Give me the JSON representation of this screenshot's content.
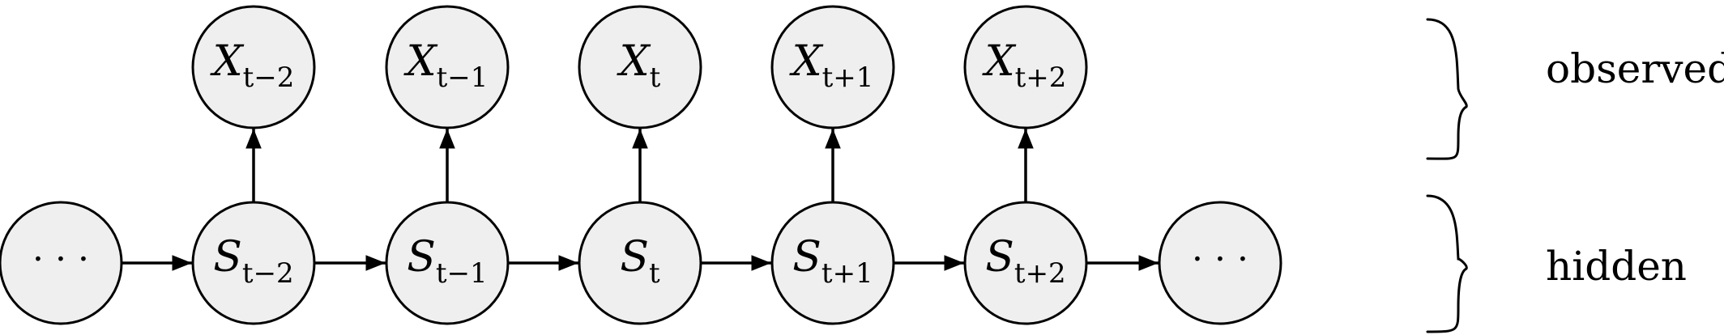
{
  "nodes": {
    "observed": [
      {
        "sym": "X",
        "sub": "t−2"
      },
      {
        "sym": "X",
        "sub": "t−1"
      },
      {
        "sym": "X",
        "sub": "t"
      },
      {
        "sym": "X",
        "sub": "t+1"
      },
      {
        "sym": "X",
        "sub": "t+2"
      }
    ],
    "hidden_start": "· · ·",
    "hidden": [
      {
        "sym": "S",
        "sub": "t−2"
      },
      {
        "sym": "S",
        "sub": "t−1"
      },
      {
        "sym": "S",
        "sub": "t"
      },
      {
        "sym": "S",
        "sub": "t+1"
      },
      {
        "sym": "S",
        "sub": "t+2"
      }
    ],
    "hidden_end": "· · ·"
  },
  "labels": {
    "observed": "observed",
    "hidden": "hidden"
  },
  "colors": {
    "node_fill": "#efefef",
    "stroke": "#000000"
  }
}
